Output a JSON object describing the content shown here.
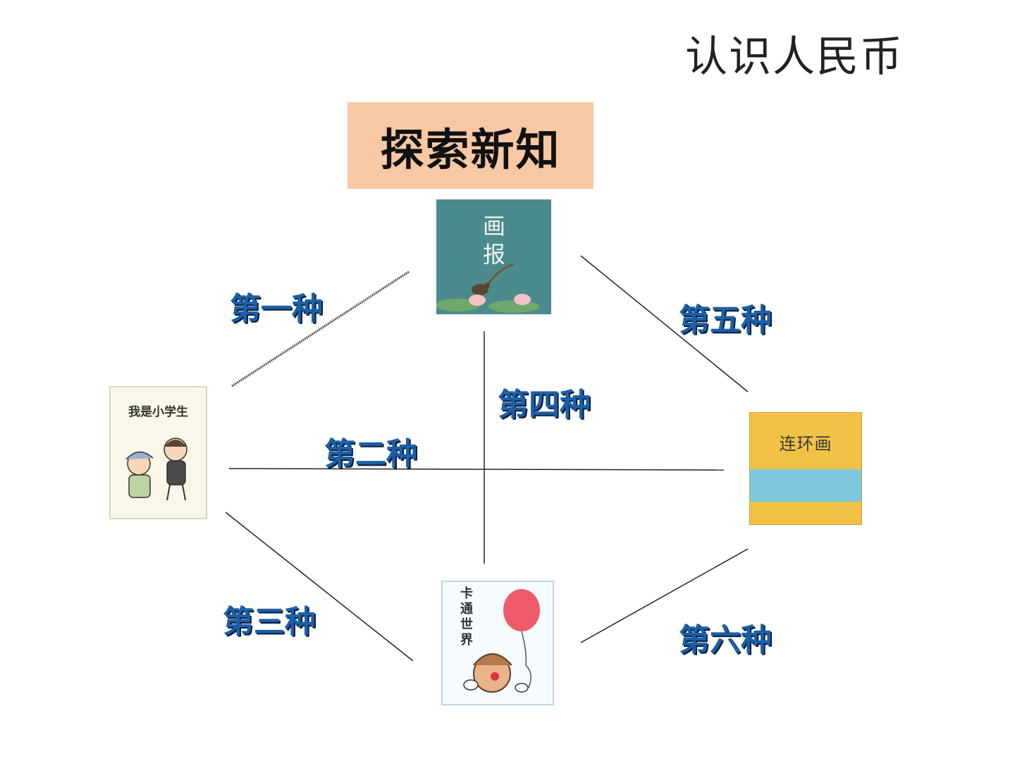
{
  "slide_title": "认识人民币",
  "topic_label": "探索新知",
  "books": {
    "top": "画报",
    "left": "我是小学生",
    "right": "连环画",
    "bottom": "卡通世界"
  },
  "connections": [
    {
      "label": "第一种",
      "from": "left",
      "to": "top"
    },
    {
      "label": "第二种",
      "from": "left",
      "to": "right"
    },
    {
      "label": "第三种",
      "from": "left",
      "to": "bottom"
    },
    {
      "label": "第四种",
      "from": "top",
      "to": "bottom"
    },
    {
      "label": "第五种",
      "from": "top",
      "to": "right"
    },
    {
      "label": "第六种",
      "from": "bottom",
      "to": "right"
    }
  ],
  "colors": {
    "topic_bg": "#f8c8a4",
    "label": "#1b5fa8"
  }
}
